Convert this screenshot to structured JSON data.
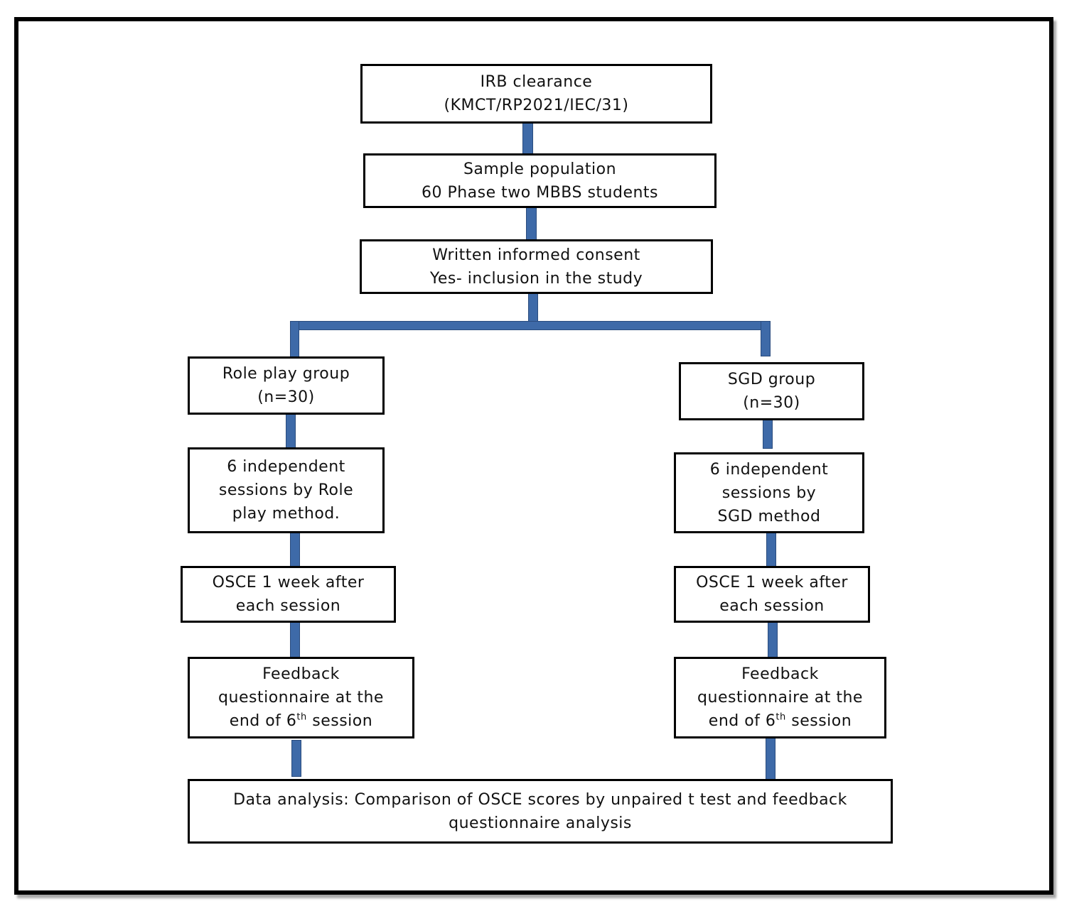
{
  "diagram": {
    "irb": {
      "line1": "IRB clearance",
      "line2": "(KMCT/RP2021/IEC/31)"
    },
    "sample": {
      "line1": "Sample population",
      "line2": "60 Phase two MBBS students"
    },
    "consent": {
      "line1": "Written informed consent",
      "line2": "Yes- inclusion in the study"
    },
    "left": {
      "group": {
        "line1": "Role play group",
        "line2": "(n=30)"
      },
      "sessions": {
        "line1": "6 independent",
        "line2": "sessions by Role",
        "line3": "play method."
      },
      "osce": {
        "line1": "OSCE 1 week after",
        "line2": "each session"
      },
      "feedback": {
        "line1": "Feedback",
        "line2": "questionnaire at the",
        "line3_pre": "end of 6",
        "line3_sup": "th",
        "line3_post": " session"
      }
    },
    "right": {
      "group": {
        "line1": "SGD group",
        "line2": "(n=30)"
      },
      "sessions": {
        "line1": "6 independent",
        "line2": "sessions by",
        "line3": "SGD method"
      },
      "osce": {
        "line1": "OSCE 1 week after",
        "line2": "each session"
      },
      "feedback": {
        "line1": "Feedback",
        "line2": "questionnaire at the",
        "line3_pre": "end of 6",
        "line3_sup": "th",
        "line3_post": " session"
      }
    },
    "analysis": {
      "line1": "Data analysis: Comparison of OSCE scores by unpaired t test and feedback",
      "line2": "questionnaire analysis"
    },
    "connector_color": "#3e6aa8"
  }
}
